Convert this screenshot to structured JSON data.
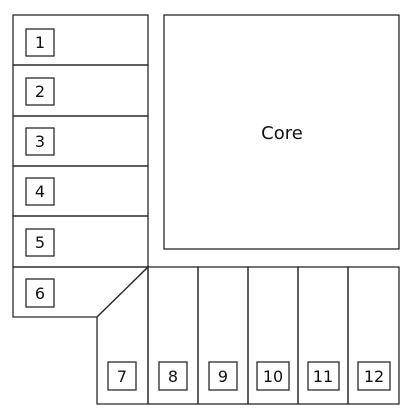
{
  "core": {
    "label": "Core"
  },
  "left_cells": [
    {
      "label": "1"
    },
    {
      "label": "2"
    },
    {
      "label": "3"
    },
    {
      "label": "4"
    },
    {
      "label": "5"
    },
    {
      "label": "6"
    }
  ],
  "bottom_cells": [
    {
      "label": "7"
    },
    {
      "label": "8"
    },
    {
      "label": "9"
    },
    {
      "label": "10"
    },
    {
      "label": "11"
    },
    {
      "label": "12"
    }
  ]
}
